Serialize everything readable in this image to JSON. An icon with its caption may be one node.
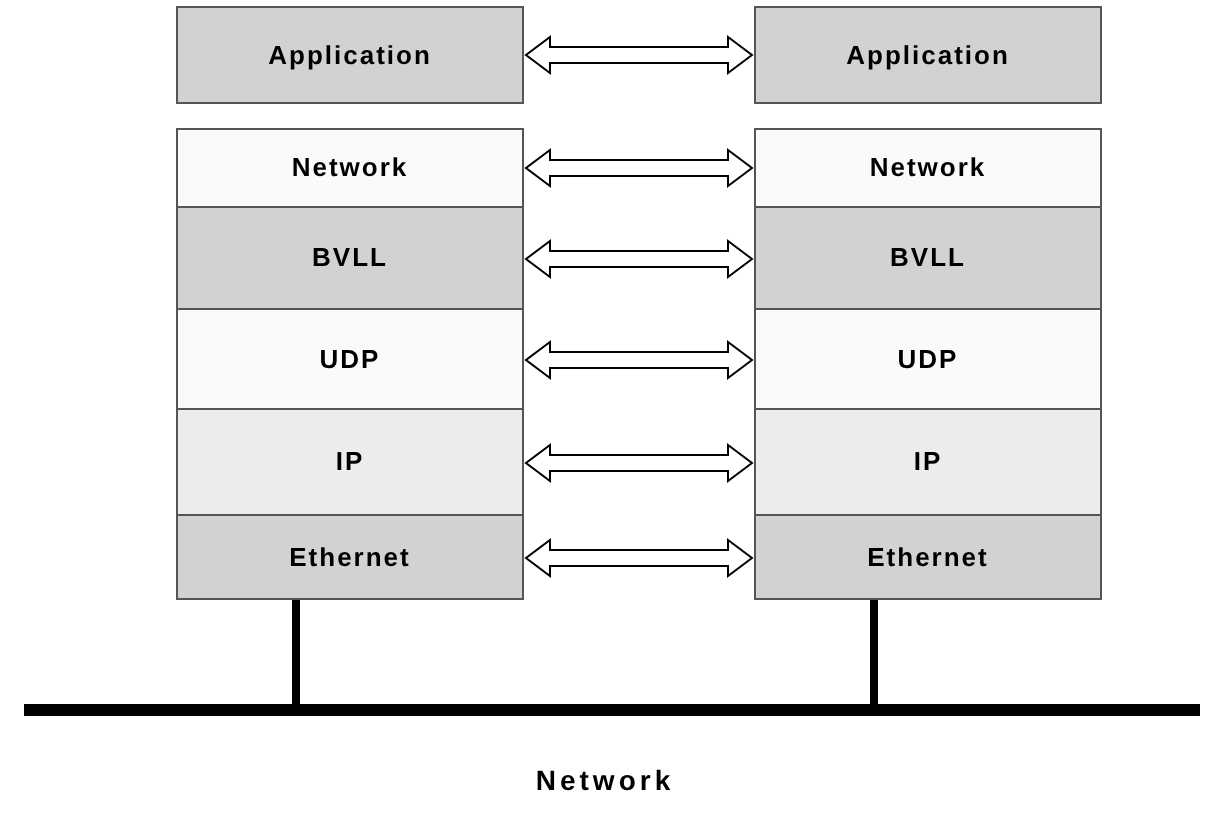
{
  "diagram": {
    "nodes": [
      {
        "text": [
          "Application"
        ]
      },
      {
        "text": [
          "Network"
        ]
      },
      {
        "text": [
          "BVLL"
        ]
      },
      {
        "text": [
          "UDP"
        ]
      },
      {
        "text": [
          "IP"
        ]
      },
      {
        "text": [
          "Ethernet"
        ]
      },
      {
        "text": [
          "Application"
        ]
      },
      {
        "text": [
          "Network"
        ]
      },
      {
        "text": [
          "BVLL"
        ]
      },
      {
        "text": [
          "UDP"
        ]
      },
      {
        "text": [
          "IP"
        ]
      },
      {
        "text": [
          "Ethernet"
        ]
      },
      {
        "text": [],
        "shape": "bar"
      }
    ],
    "edges": [
      {
        "from": 0,
        "to": 6,
        "arrow": "both"
      },
      {
        "from": 1,
        "to": 7,
        "arrow": "both"
      },
      {
        "from": 2,
        "to": 8,
        "arrow": "both"
      },
      {
        "from": 3,
        "to": 9,
        "arrow": "both"
      },
      {
        "from": 4,
        "to": 10,
        "arrow": "both"
      },
      {
        "from": 5,
        "to": 11,
        "arrow": "both"
      },
      {
        "from": 5,
        "to": 12,
        "arrow": "none"
      },
      {
        "from": 11,
        "to": 12,
        "arrow": "none"
      }
    ],
    "labels": [
      "Network"
    ]
  }
}
